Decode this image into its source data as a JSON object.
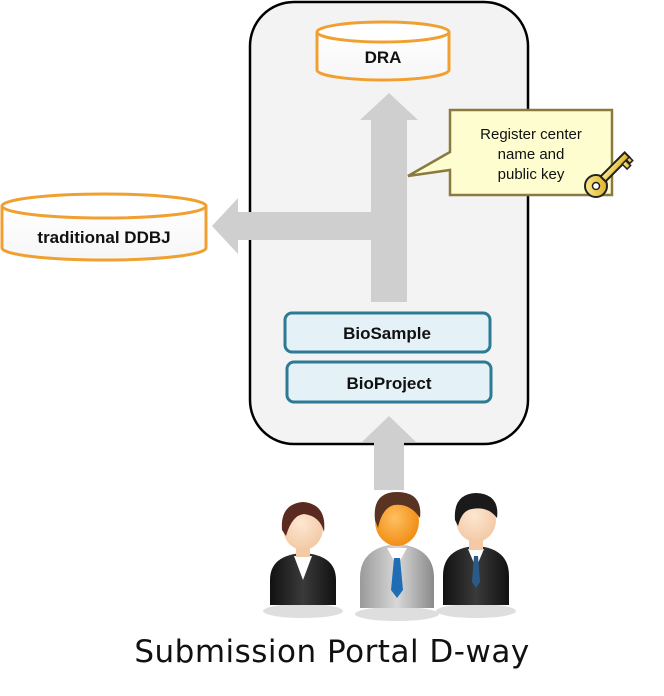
{
  "databases": {
    "dra": "DRA",
    "ddbj": "traditional DDBJ"
  },
  "entities": {
    "biosample": "BioSample",
    "bioproject": "BioProject"
  },
  "callout": {
    "line1": "Register center",
    "line2": "name and",
    "line3": "public key"
  },
  "caption": "Submission Portal D-way",
  "icons": [
    "key-icon",
    "person-icon"
  ],
  "colors": {
    "cylinder_stroke": "#f0a030",
    "box_stroke": "#2e7a94",
    "box_fill": "#e4f1f7",
    "callout_fill": "#fdfdd0",
    "callout_stroke": "#8a7a40",
    "arrow": "#cfcfcf"
  }
}
